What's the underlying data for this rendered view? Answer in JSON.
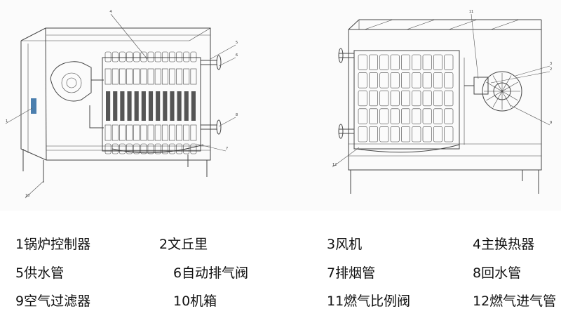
{
  "colors": {
    "line": "#444444",
    "text": "#111111",
    "background": "#fbfbfb",
    "badge": "#4b7fae"
  },
  "left_view": {
    "callouts": [
      {
        "id": "4",
        "label": "4"
      },
      {
        "id": "5",
        "label": "5"
      },
      {
        "id": "6",
        "label": "6"
      },
      {
        "id": "8",
        "label": "8"
      },
      {
        "id": "7",
        "label": "7"
      },
      {
        "id": "1",
        "label": "1"
      },
      {
        "id": "10",
        "label": "10"
      }
    ]
  },
  "right_view": {
    "callouts": [
      {
        "id": "11",
        "label": "11"
      },
      {
        "id": "3",
        "label": "3"
      },
      {
        "id": "2",
        "label": "2"
      },
      {
        "id": "9",
        "label": "9"
      },
      {
        "id": "12",
        "label": "12"
      }
    ]
  },
  "legend": {
    "items": [
      {
        "label": "1锅炉控制器"
      },
      {
        "label": "2文丘里"
      },
      {
        "label": "3风机"
      },
      {
        "label": "4主换热器"
      },
      {
        "label": "5供水管"
      },
      {
        "label": "6自动排气阀"
      },
      {
        "label": "7排烟管"
      },
      {
        "label": "8回水管"
      },
      {
        "label": "9空气过滤器"
      },
      {
        "label": "10机箱"
      },
      {
        "label": "11燃气比例阀"
      },
      {
        "label": "12燃气进气管"
      }
    ]
  }
}
